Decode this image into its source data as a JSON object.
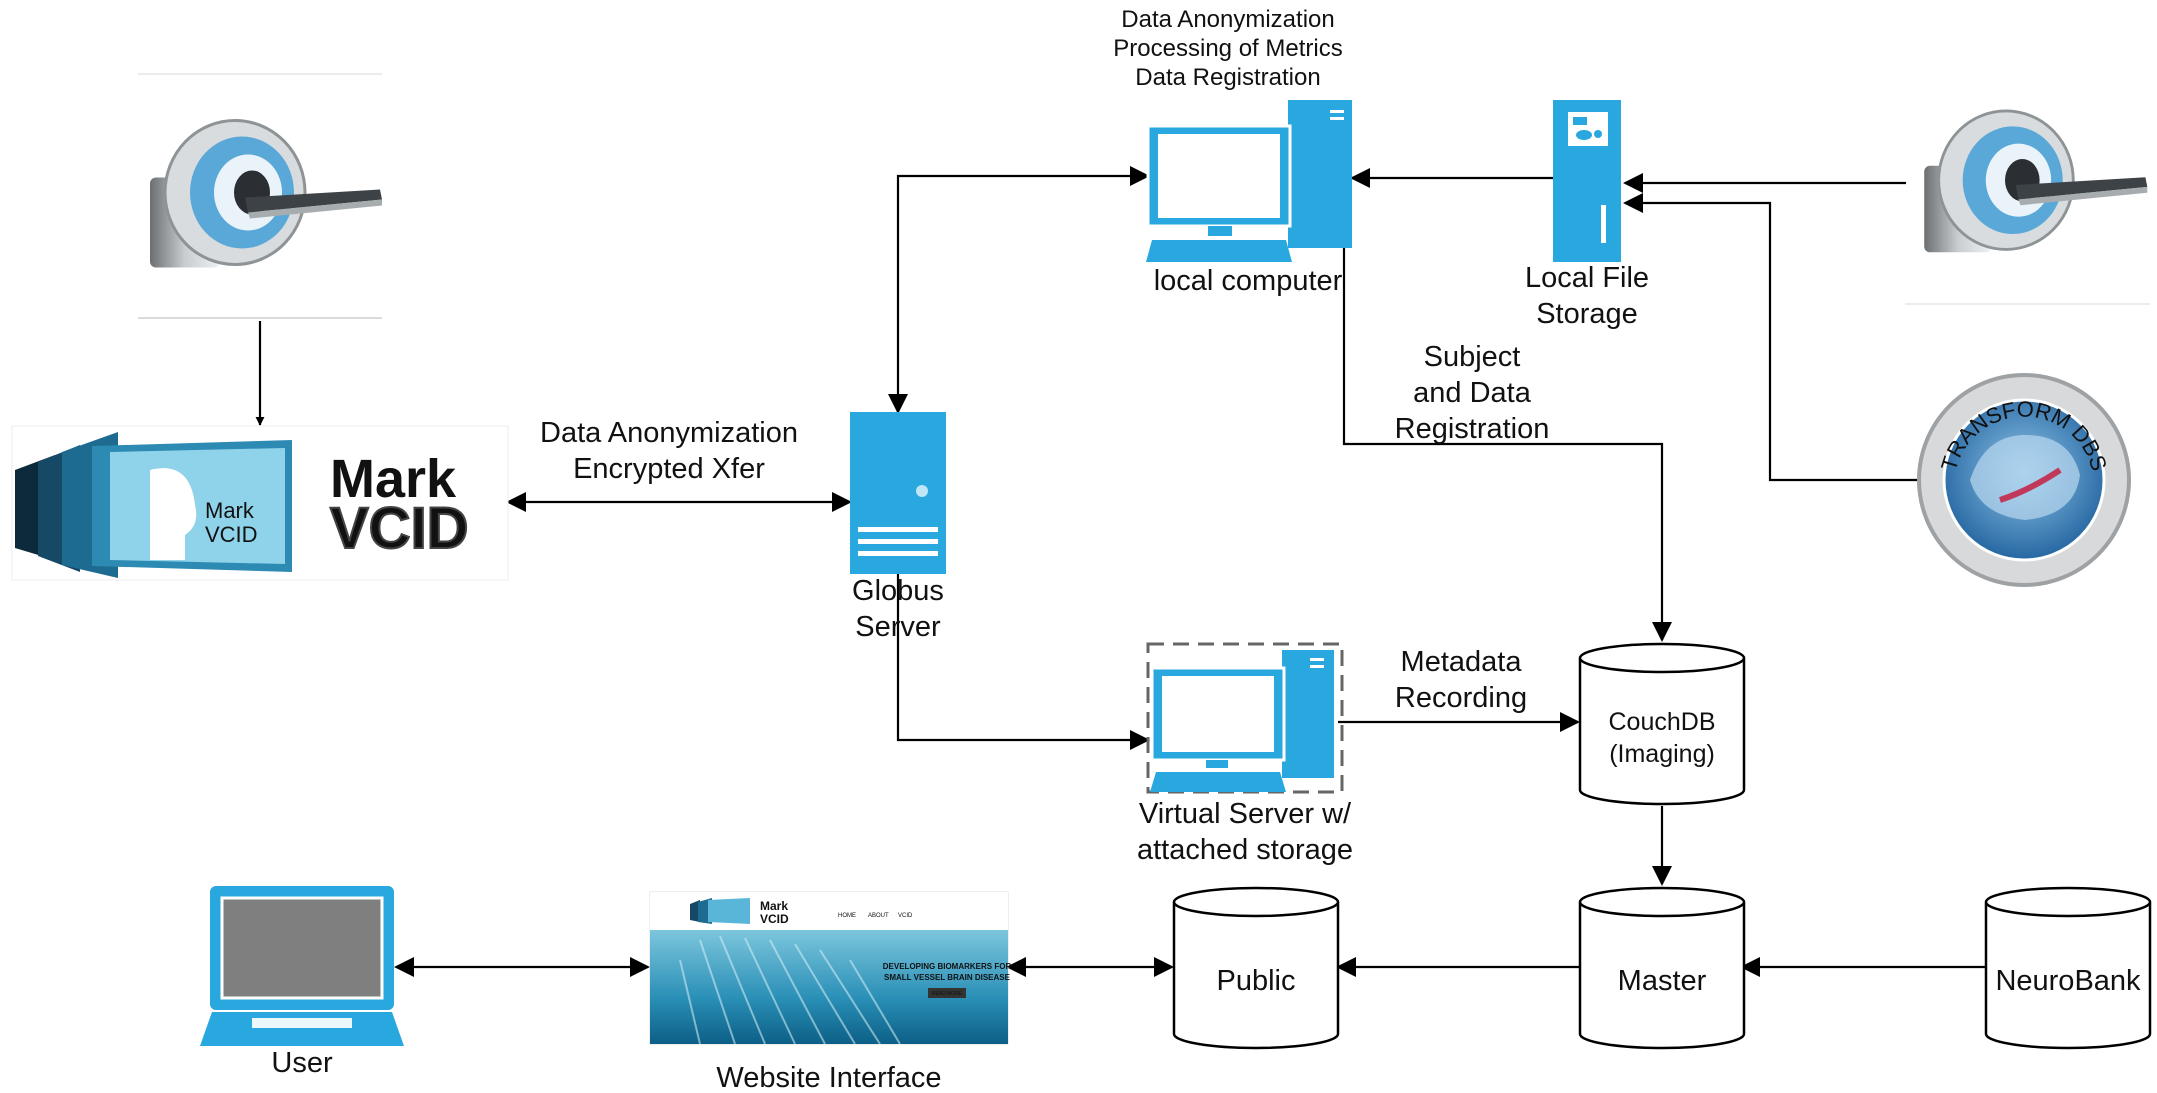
{
  "colors": {
    "accent": "#29a8e0",
    "line": "#000000",
    "text": "#111111"
  },
  "local_computer": {
    "tasks": [
      "Data Anonymization",
      "Processing of Metrics",
      "Data Registration"
    ],
    "label": "local computer"
  },
  "local_file_storage": {
    "label_lines": [
      "Local File",
      "Storage"
    ]
  },
  "subject_registration": {
    "label_lines": [
      "Subject",
      "and Data",
      "Registration"
    ]
  },
  "anon_transfer": {
    "label_lines": [
      "Data Anonymization",
      "Encrypted Xfer"
    ]
  },
  "globus_server": {
    "label_lines": [
      "Globus",
      "Server"
    ]
  },
  "virtual_server": {
    "label_lines": [
      "Virtual Server w/",
      "attached storage"
    ]
  },
  "metadata_recording": {
    "label_lines": [
      "Metadata",
      "Recording"
    ]
  },
  "couchdb": {
    "label_lines": [
      "CouchDB",
      "(Imaging)"
    ]
  },
  "public_db": {
    "label": "Public"
  },
  "master_db": {
    "label": "Master"
  },
  "neurobank_db": {
    "label": "NeuroBank"
  },
  "user": {
    "label": "User"
  },
  "website": {
    "label": "Website Interface",
    "nav": [
      "HOME",
      "ABOUT",
      "VCID"
    ],
    "headline_lines": [
      "DEVELOPING BIOMARKERS FOR",
      "SMALL VESSEL BRAIN DISEASE"
    ],
    "button": "READ MORE"
  },
  "markvcid_logo": {
    "mark": "Mark",
    "vcid": "VCID"
  },
  "transform_seal": {
    "title": "TRANSFORM DBS"
  }
}
